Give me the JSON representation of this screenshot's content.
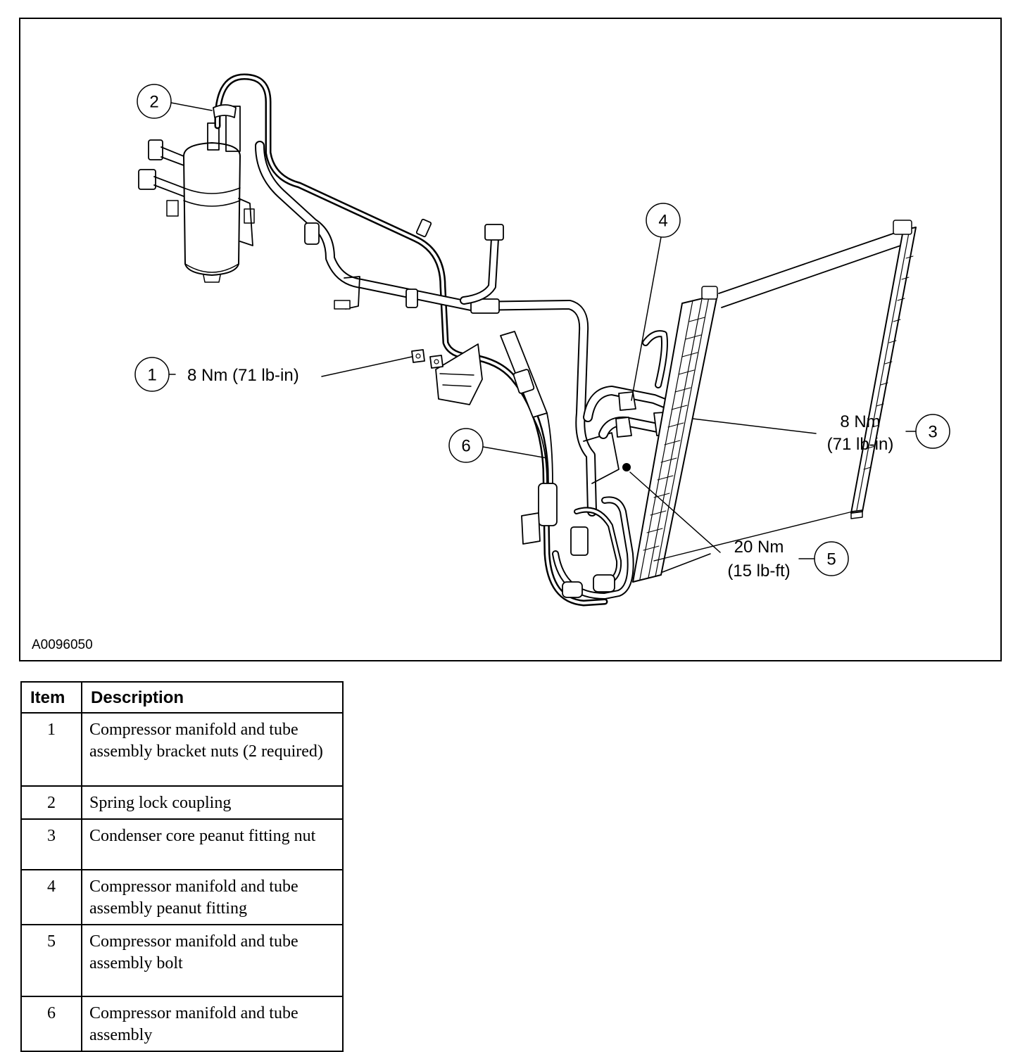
{
  "figure": {
    "id": "A0096050",
    "callouts": [
      {
        "number": "1",
        "torque_lines": [
          "8 Nm (71 lb-in)"
        ]
      },
      {
        "number": "2",
        "torque_lines": []
      },
      {
        "number": "3",
        "torque_lines": [
          "8 Nm",
          "(71 lb-in)"
        ]
      },
      {
        "number": "4",
        "torque_lines": []
      },
      {
        "number": "5",
        "torque_lines": [
          "20 Nm",
          "(15 lb-ft)"
        ]
      },
      {
        "number": "6",
        "torque_lines": []
      }
    ]
  },
  "legend": {
    "headers": {
      "item": "Item",
      "description": "Description"
    },
    "rows": [
      {
        "item": "1",
        "description": "Compressor manifold and tube assembly bracket nuts (2 required)"
      },
      {
        "item": "2",
        "description": "Spring lock coupling"
      },
      {
        "item": "3",
        "description": "Condenser core peanut fitting nut"
      },
      {
        "item": "4",
        "description": "Compressor manifold and tube assembly peanut fitting"
      },
      {
        "item": "5",
        "description": "Compressor manifold and tube assembly bolt"
      },
      {
        "item": "6",
        "description": "Compressor manifold and tube assembly"
      }
    ]
  }
}
